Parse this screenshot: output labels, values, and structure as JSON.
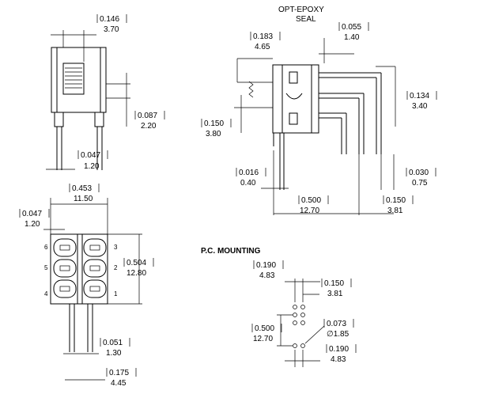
{
  "labels": {
    "w_inch": "0.146",
    "w_mm": "3.70",
    "act_inch": "0.087",
    "act_mm": "2.20",
    "pin_inch": "0.047",
    "pin_mm": "1.20",
    "epoxy1": "OPT-EPOXY",
    "epoxy2": "SEAL",
    "seal_inch": "0.055",
    "seal_mm": "1.40",
    "d183_inch": "0.183",
    "d183_mm": "4.65",
    "d150_inch": "0.150",
    "d150_mm": "3.80",
    "d134_inch": "0.134",
    "d134_mm": "3.40",
    "d016_inch": "0.016",
    "d016_mm": "0.40",
    "d030_inch": "0.030",
    "d030_mm": "0.75",
    "d500_inch": "0.500",
    "d500_mm": "12.70",
    "d150b_inch": "0.150",
    "d150b_mm": "3.81",
    "w453_inch": "0.453",
    "w453_mm": "11.50",
    "p047_inch": "0.047",
    "p047_mm": "1.20",
    "h504_inch": "0.504",
    "h504_mm": "12.80",
    "d051_inch": "0.051",
    "d051_mm": "1.30",
    "d175_inch": "0.175",
    "d175_mm": "4.45",
    "pc_title": "P.C. MOUNTING",
    "pc190_inch": "0.190",
    "pc190_mm": "4.83",
    "pc150_inch": "0.150",
    "pc150_mm": "3.81",
    "pc500_inch": "0.500",
    "pc500_mm": "12.70",
    "pc073_inch": "0.073",
    "pc073_mm": "∅1.85",
    "pc190b_inch": "0.190",
    "pc190b_mm": "4.83",
    "pin6": "6",
    "pin5": "5",
    "pin4": "4",
    "pin3": "3",
    "pin2": "2",
    "pin1": "1"
  }
}
